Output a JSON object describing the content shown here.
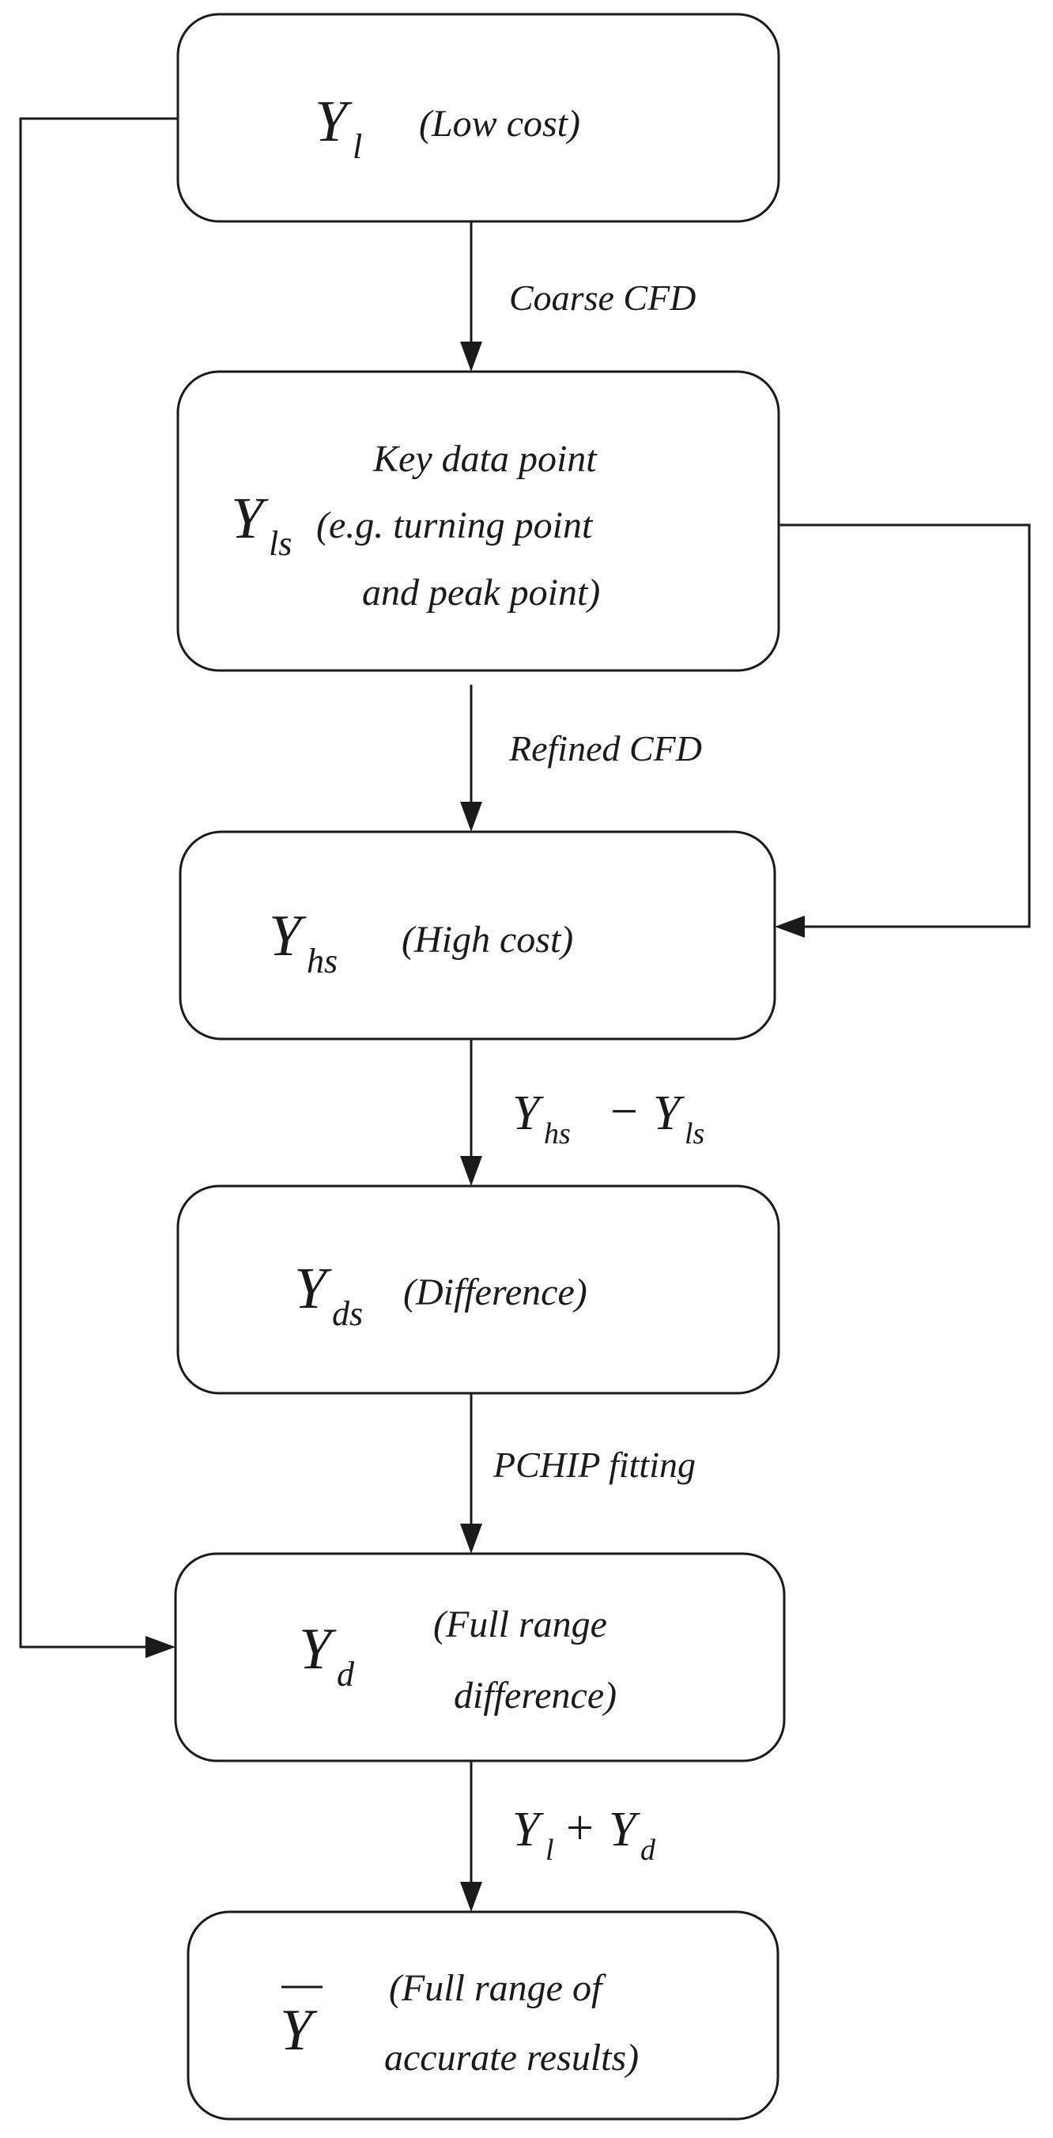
{
  "nodes": {
    "yl": {
      "symbol": "Y",
      "subscript": "l",
      "note": [
        "(Low cost)"
      ]
    },
    "yls": {
      "symbol": "Y",
      "subscript": "ls",
      "note": [
        "Key data point",
        "(e.g. turning point",
        "and peak point)"
      ]
    },
    "yhs": {
      "symbol": "Y",
      "subscript": "hs",
      "note": [
        "(High cost)"
      ]
    },
    "yds": {
      "symbol": "Y",
      "subscript": "ds",
      "note": [
        "(Difference)"
      ]
    },
    "yd": {
      "symbol": "Y",
      "subscript": "d",
      "note": [
        "(Full range",
        "difference)"
      ]
    },
    "ybar": {
      "symbol": "Y",
      "overbar": true,
      "note": [
        "(Full range of",
        "accurate results)"
      ]
    }
  },
  "edges": {
    "coarse": {
      "label": "Coarse CFD"
    },
    "refined": {
      "label": "Refined CFD"
    },
    "difference": {
      "term1": {
        "symbol": "Y",
        "subscript": "hs"
      },
      "operator": "−",
      "term2": {
        "symbol": "Y",
        "subscript": "ls"
      }
    },
    "pchip": {
      "label": "PCHIP fitting"
    },
    "sum": {
      "term1": {
        "symbol": "Y",
        "subscript": "l"
      },
      "operator": "+",
      "term2": {
        "symbol": "Y",
        "subscript": "d"
      }
    }
  }
}
